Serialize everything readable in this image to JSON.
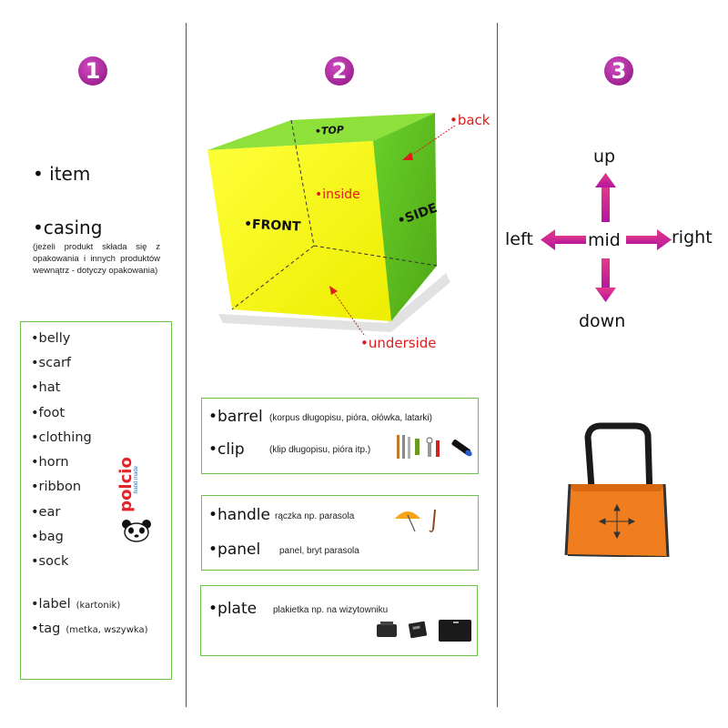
{
  "columns": {
    "col1_number": "1",
    "col2_number": "2",
    "col3_number": "3"
  },
  "col1": {
    "item": "• item",
    "casing": "•casing",
    "casing_note": "(jeżeli produkt składa się z opakowania i innych produktów wewnątrz - dotyczy opakowania)",
    "list": [
      "•belly",
      "•scarf",
      "•hat",
      "•foot",
      "•clothing",
      "•horn",
      "•ribbon",
      "•ear",
      "•bag",
      "•sock"
    ],
    "label": "•label",
    "label_note": "(kartonik)",
    "tag": "•tag",
    "tag_note": "(metka, wszywka)",
    "logo_text": "polcio",
    "logo_subtext": "hand made"
  },
  "col2": {
    "cube": {
      "top": "•TOP",
      "front": "•FRONT",
      "side": "•SIDE",
      "inside": "•inside",
      "back": "•back",
      "underside": "•underside"
    },
    "box1": {
      "barrel": "•barrel",
      "barrel_desc": "(korpus długopisu, pióra, ołówka, latarki)",
      "clip": "•clip",
      "clip_desc": "(klip długopisu, pióra itp.)"
    },
    "box2": {
      "handle": "•handle",
      "handle_desc": "rączka np. parasola",
      "panel": "•panel",
      "panel_desc": "panel, bryt parasola"
    },
    "box3": {
      "plate": "•plate",
      "plate_desc": "plakietka np. na wizytowniku"
    }
  },
  "col3": {
    "up": "up",
    "down": "down",
    "left": "left",
    "right": "right",
    "mid": "mid"
  },
  "colors": {
    "accent_magenta": "#b5169e",
    "box_green": "#6cc24a",
    "cube_yellow": "#f5f500",
    "cube_green": "#5cc01e",
    "label_red": "#e01b1b",
    "bag_orange": "#f07d1e"
  },
  "icons": [
    "pen-icon",
    "flashlight-icon",
    "umbrella-icon",
    "business-card-holder-icon",
    "bag-icon",
    "arrow-icon"
  ]
}
